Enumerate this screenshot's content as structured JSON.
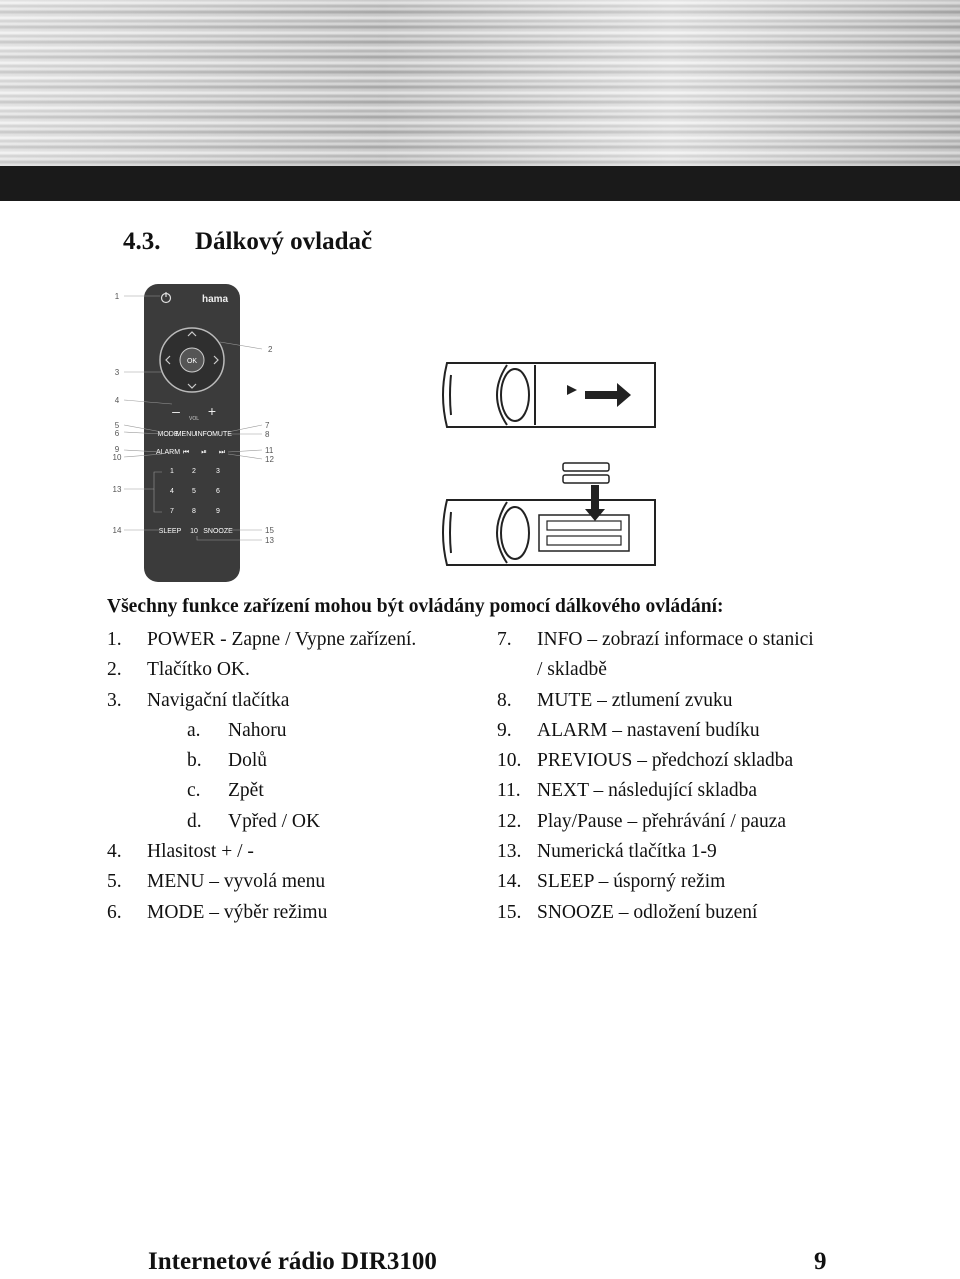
{
  "section": {
    "number": "4.3.",
    "title": "Dálkový ovladač"
  },
  "intro": "Všechny funkce zařízení mohou být ovládány pomocí dálkového ovládání:",
  "list_left": [
    {
      "n": "1.",
      "text": "POWER - Zapne / Vypne zařízení."
    },
    {
      "n": "2.",
      "text": "Tlačítko OK."
    },
    {
      "n": "3.",
      "text": "Navigační tlačítka"
    },
    {
      "n": "a.",
      "text": "Nahoru"
    },
    {
      "n": "b.",
      "text": "Dolů"
    },
    {
      "n": "c.",
      "text": "Zpět"
    },
    {
      "n": "d.",
      "text": "Vpřed / OK"
    },
    {
      "n": "4.",
      "text": "Hlasitost + / -"
    },
    {
      "n": "5.",
      "text": "MENU – vyvolá menu"
    },
    {
      "n": "6.",
      "text": "MODE – výběr režimu"
    }
  ],
  "list_right": [
    {
      "n": "7.",
      "text": "INFO – zobrazí informace o stanici"
    },
    {
      "n": "",
      "text": "/ skladbě"
    },
    {
      "n": "8.",
      "text": "MUTE – ztlumení zvuku"
    },
    {
      "n": "9.",
      "text": "ALARM – nastavení budíku"
    },
    {
      "n": "10.",
      "text": "PREVIOUS – předchozí skladba"
    },
    {
      "n": "11.",
      "text": "NEXT – následující skladba"
    },
    {
      "n": "12.",
      "text": "Play/Pause – přehrávání / pauza"
    },
    {
      "n": "13.",
      "text": "Numerická tlačítka 1-9"
    },
    {
      "n": "14.",
      "text": "SLEEP – úsporný režim"
    },
    {
      "n": "15.",
      "text": "SNOOZE – odložení buzení"
    }
  ],
  "remote": {
    "brand": "hama",
    "ok": "OK",
    "vol": "VOL",
    "minus": "–",
    "plus": "+",
    "row1": [
      "MODE",
      "MENU",
      "INFO",
      "MUTE"
    ],
    "row2": [
      "ALARM",
      "⏮",
      "⏯",
      "⏭"
    ],
    "keys": [
      "1",
      "2",
      "3",
      "4",
      "5",
      "6",
      "7",
      "8",
      "9"
    ],
    "sleep": "SLEEP",
    "zero": "10",
    "snooze": "SNOOZE",
    "callouts_left": [
      "1",
      "3",
      "4",
      "5",
      "6",
      "9",
      "10",
      "13",
      "14"
    ],
    "callouts_right": [
      "2",
      "7",
      "8",
      "11",
      "12",
      "15",
      "13"
    ]
  },
  "footer": {
    "title": "Internetové rádio DIR3100",
    "page": "9"
  }
}
